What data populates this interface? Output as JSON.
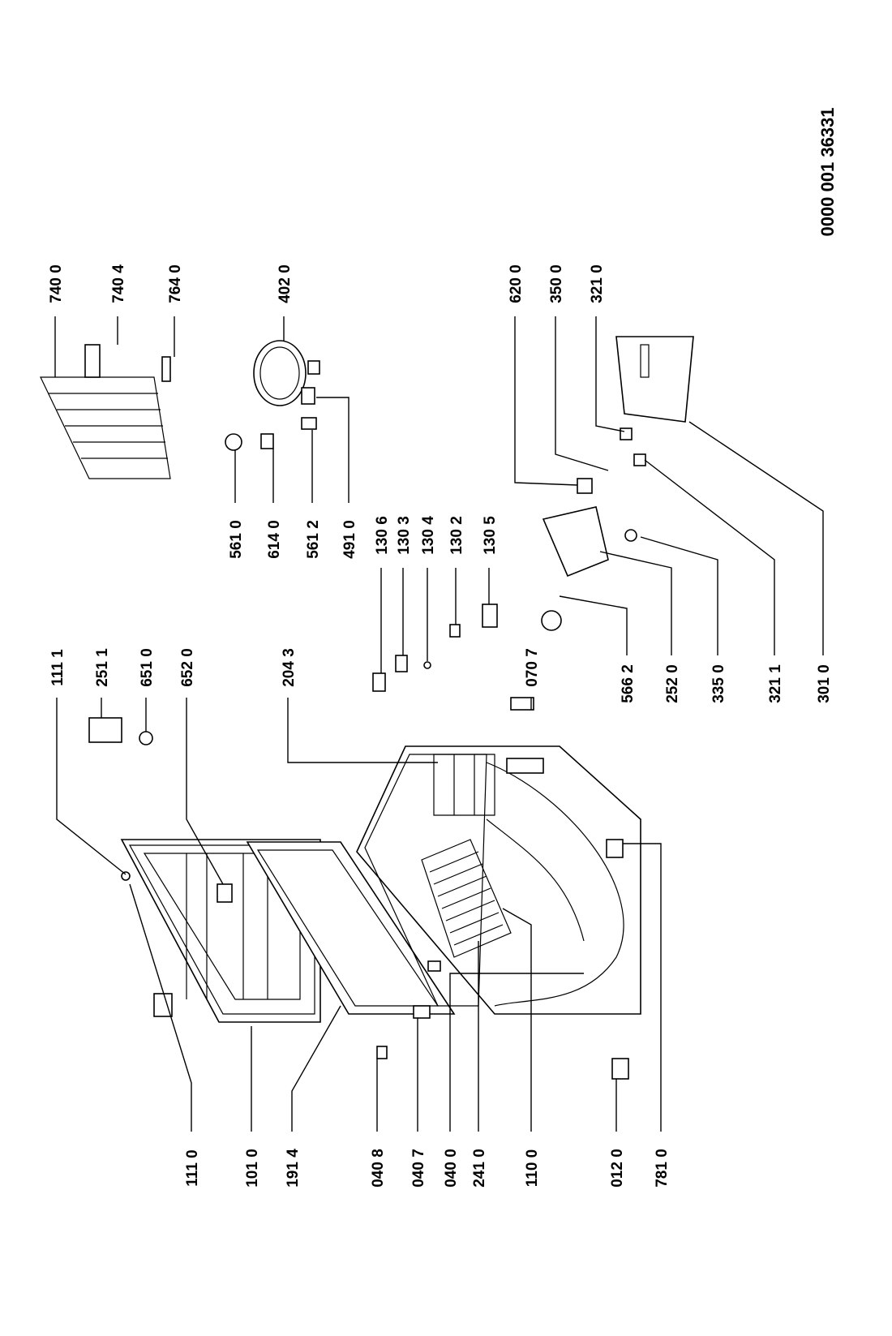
{
  "diagram": {
    "document_number": "0000 001 36331",
    "labels": {
      "l1110": "111 0",
      "l1010": "101 0",
      "l1914": "191 4",
      "l0408": "040 8",
      "l0407": "040 7",
      "l0400": "040 0",
      "l2410": "241 0",
      "l1100": "110 0",
      "l0120": "012 0",
      "l7810": "781 0",
      "l1111": "111 1",
      "l2511": "251 1",
      "l6510": "651 0",
      "l6520": "652 0",
      "l2043": "204 3",
      "l0707": "070 7",
      "l1306": "130 6",
      "l1303": "130 3",
      "l1304": "130 4",
      "l1302": "130 2",
      "l1305": "130 5",
      "l5662": "566 2",
      "l2520": "252 0",
      "l3350": "335 0",
      "l3211": "321 1",
      "l3010": "301 0",
      "l5610": "561 0",
      "l6140": "614 0",
      "l5612": "561 2",
      "l4910": "491 0",
      "l7400": "740 0",
      "l7404": "740 4",
      "l7640": "764 0",
      "l4020": "402 0",
      "l6200": "620 0",
      "l3500": "350 0",
      "l3210": "321 0"
    }
  }
}
